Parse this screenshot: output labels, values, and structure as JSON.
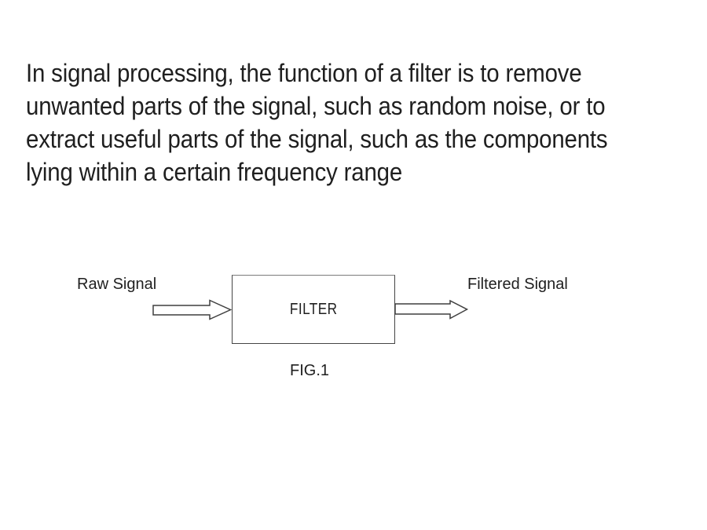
{
  "slide": {
    "background_color": "#ffffff",
    "text_color": "#1f1f1f",
    "paragraph_lines": [
      "In signal processing, the function of a filter is to remove",
      "unwanted parts of the signal, such as random noise, or to",
      "extract useful parts of the signal, such as the components",
      "lying within a certain frequency range"
    ]
  },
  "diagram": {
    "input_label": "Raw Signal",
    "box_label": "FILTER",
    "output_label": "Filtered Signal",
    "caption": "FIG.1",
    "stroke_color": "#3f3f3f",
    "arrow_fill": "#ffffff"
  }
}
